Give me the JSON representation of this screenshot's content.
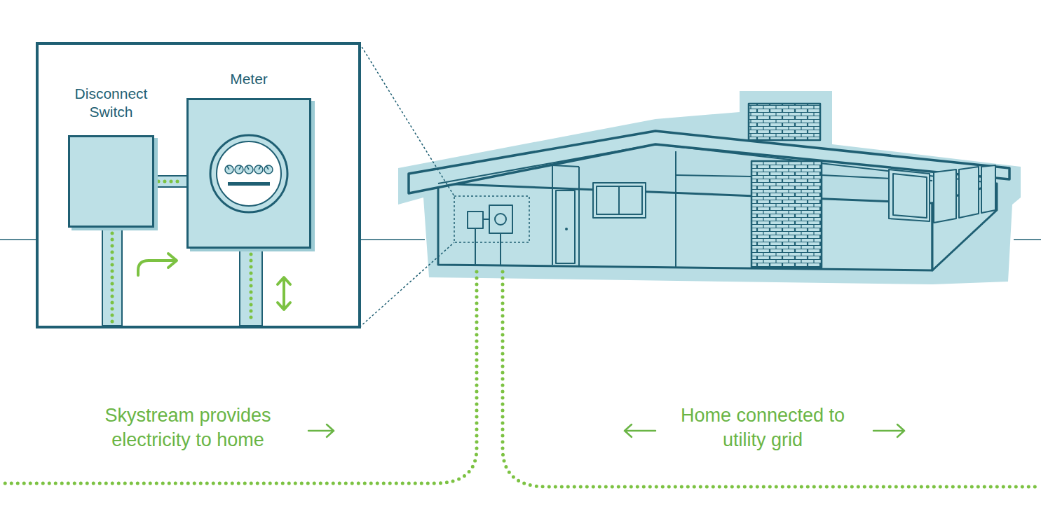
{
  "diagram": {
    "nodes": [
      {
        "text": [
          "Disconnect Switch"
        ]
      },
      {
        "text": [
          "Meter"
        ]
      }
    ],
    "edges": [
      {
        "from": 0,
        "to": 1,
        "arrow": "none"
      }
    ],
    "labels": [
      "Skystream provides electricity to home",
      "Home connected to utility grid"
    ]
  }
}
